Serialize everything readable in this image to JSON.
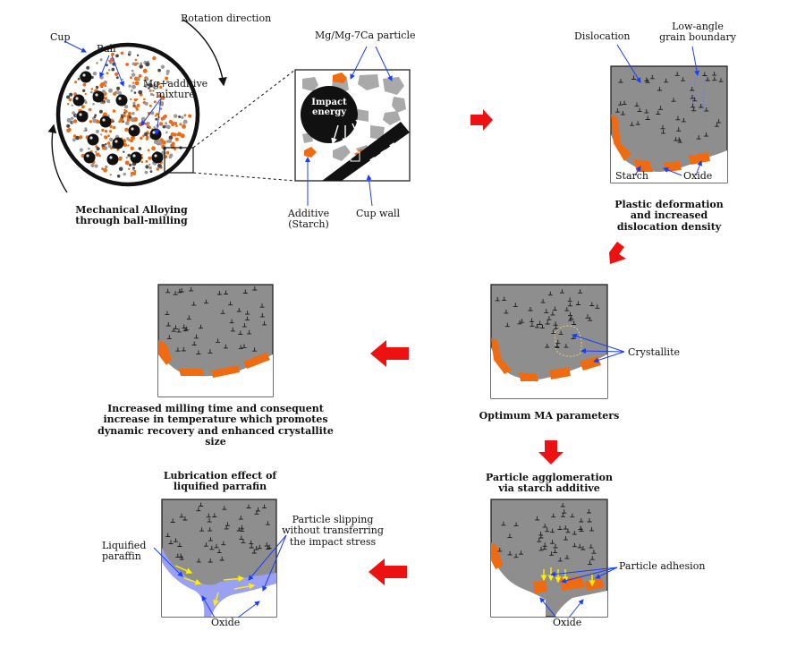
{
  "colors": {
    "panel_fill": "#8e8e8e",
    "panel_border": "#222222",
    "oxide_orange": "#f06a10",
    "arrow_red": "#ee1111",
    "annotation_blue": "#1a3cff",
    "paraffin_lavender": "#9aa0f2",
    "slip_arrow_yellow": "#ffee00",
    "ball_black": "#111111"
  },
  "icons": {
    "dislocation": "perpendicular-symbol",
    "arrow": "red-block-arrow"
  },
  "step1": {
    "cup_label": "Cup",
    "ball_label": "Ball",
    "rotation_label": "Rotation direction",
    "mixture_label_line1": "Mg+additive",
    "mixture_label_line2": "mixture",
    "caption_line1": "Mechanical Alloying",
    "caption_line2": "through ball-milling"
  },
  "zoom": {
    "particle_label": "Mg/Mg-7Ca particle",
    "impact_line1": "Impact",
    "impact_line2": "energy",
    "additive_line1": "Additive",
    "additive_line2": "(Starch)",
    "cupwall_label": "Cup wall"
  },
  "plastic": {
    "dislocation_label": "Dislocation",
    "lagb_line1": "Low-angle",
    "lagb_line2": "grain boundary",
    "starch_label": "Starch",
    "oxide_label": "Oxide",
    "caption_line1": "Plastic deformation",
    "caption_line2": "and increased",
    "caption_line3": "dislocation density"
  },
  "optimum": {
    "crystallite_label": "Crystallite",
    "caption": "Optimum MA parameters"
  },
  "recovery": {
    "caption_line1": "Increased milling time and consequent",
    "caption_line2": "increase in temperature which promotes",
    "caption_line3": "dynamic recovery and enhanced crystallite size"
  },
  "agglomeration": {
    "title_line1": "Particle agglomeration",
    "title_line2": "via starch additive",
    "adhesion_label": "Particle adhesion",
    "oxide_label": "Oxide"
  },
  "lubrication": {
    "title_line1": "Lubrication effect of",
    "title_line2": "liquified parrafin",
    "paraffin_line1": "Liquified",
    "paraffin_line2": "paraffin",
    "slip_line1": "Particle slipping",
    "slip_line2": "without transferring",
    "slip_line3": "the impact stress",
    "oxide_label": "Oxide"
  }
}
